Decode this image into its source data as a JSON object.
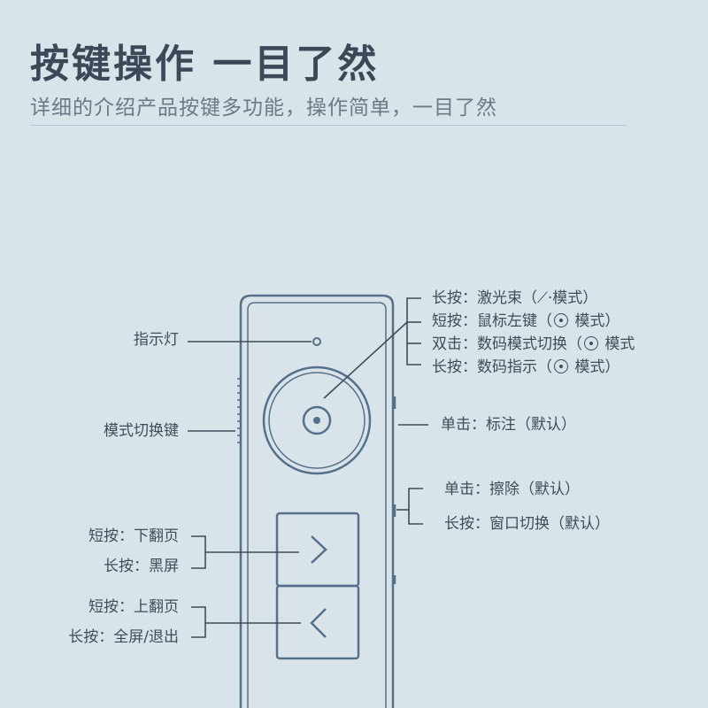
{
  "header": {
    "title": "按键操作 一目了然",
    "subtitle": "详细的介绍产品按键多功能，操作简单，一目了然"
  },
  "left_labels": {
    "indicator": "指示灯",
    "mode_switch": "模式切换键",
    "next_short": "短按：下翻页",
    "next_long": "长按：黑屏",
    "prev_short": "短按：上翻页",
    "prev_long": "长按：全屏/退出"
  },
  "dial_functions": {
    "l1_prefix": "长按：激光束（",
    "l1_glyph": "⟋",
    "l1_suffix": "·模式）",
    "l2_prefix": "短按：鼠标左键（",
    "l2_suffix": " 模式）",
    "l3_prefix": "双击：数码模式切换（",
    "l3_suffix": " 模式",
    "l4_prefix": "长按：数码指示（",
    "l4_suffix": " 模式）"
  },
  "side_labels": {
    "annotate": "单击：标注（默认）",
    "erase": "单击：擦除（默认）",
    "window": "长按：窗口切换（默认）"
  },
  "colors": {
    "background": "#d9e3ea",
    "stroke": "#55708a",
    "leader": "#3f4c5a"
  },
  "icons": {
    "dial": "mode-dial-icon",
    "next": "chevron-right-icon",
    "prev": "chevron-left-icon"
  }
}
